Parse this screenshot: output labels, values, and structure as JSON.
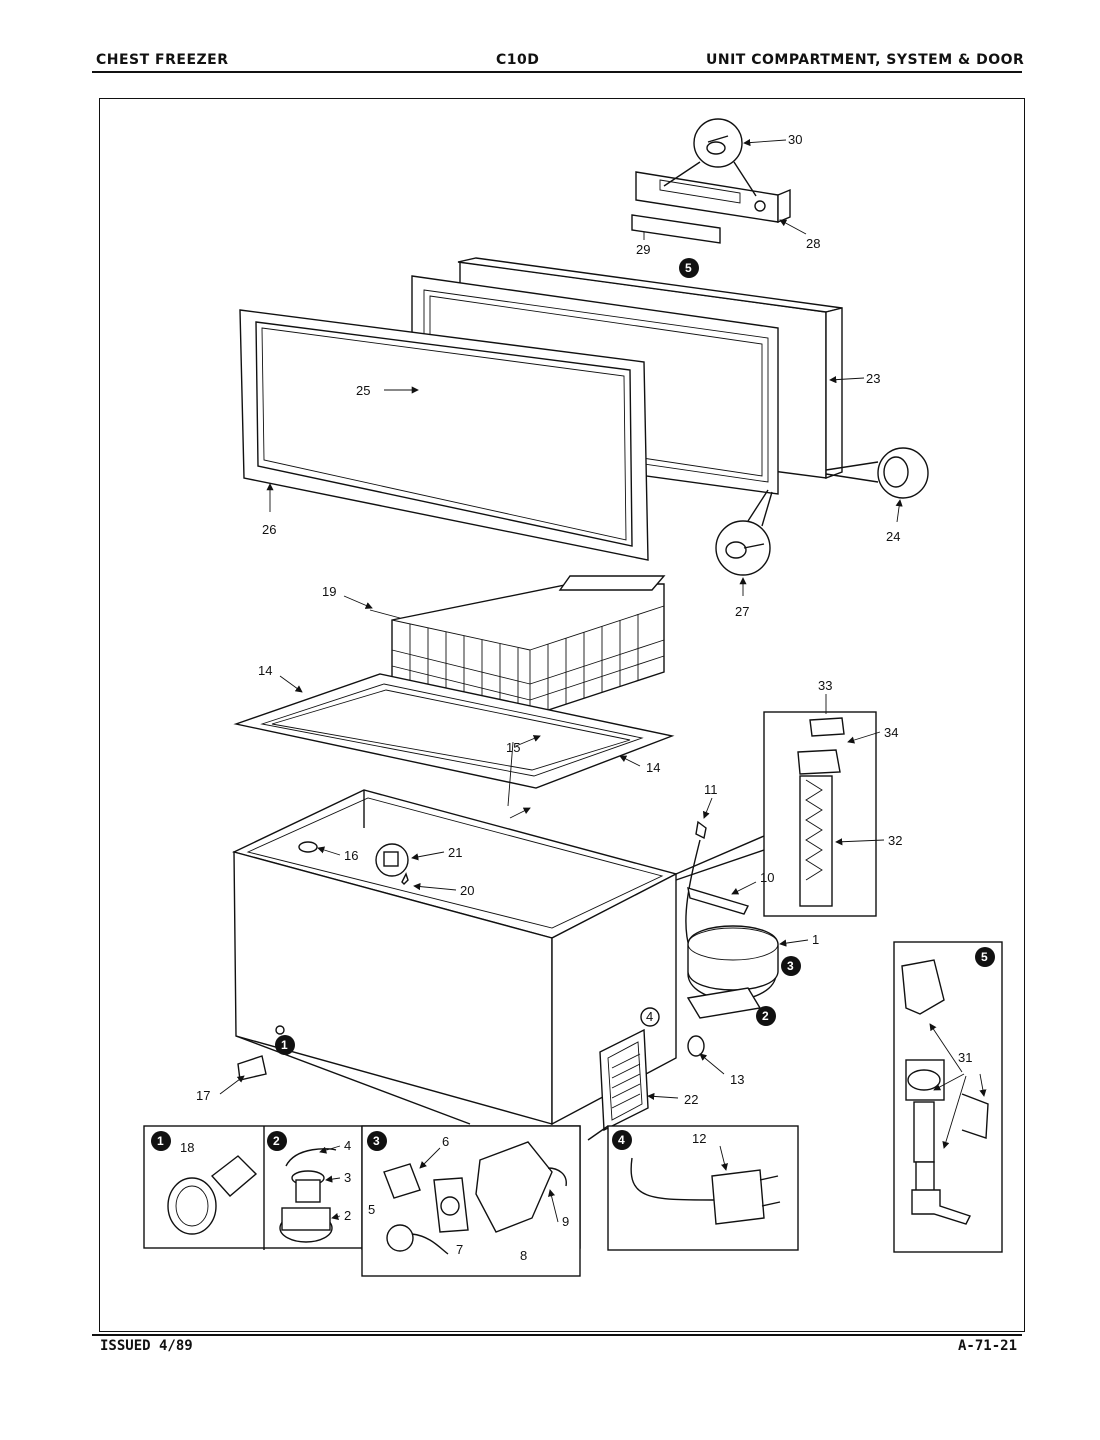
{
  "header": {
    "left": "CHEST FREEZER",
    "center": "C10D",
    "right": "UNIT COMPARTMENT, SYSTEM & DOOR"
  },
  "footer": {
    "issued": "ISSUED 4/89",
    "code": "A-71-21"
  },
  "parts": {
    "p30": "30",
    "p29": "29",
    "p28": "28",
    "p23": "23",
    "p25": "25",
    "p26": "26",
    "p24": "24",
    "p27": "27",
    "p19": "19",
    "p14a": "14",
    "p14b": "14",
    "p15": "15",
    "p33": "33",
    "p34": "34",
    "p32": "32",
    "p11": "11",
    "p16": "16",
    "p21": "21",
    "p20": "20",
    "p10": "10",
    "p1": "1",
    "p13": "13",
    "p22": "22",
    "p17": "17",
    "p18": "18",
    "p4": "4",
    "p3": "3",
    "p2": "2",
    "p6": "6",
    "p5": "5",
    "p7": "7",
    "p8": "8",
    "p9": "9",
    "p12": "12",
    "p31": "31"
  },
  "callouts": {
    "c1": "1",
    "c2": "2",
    "c3": "3",
    "c4": "4",
    "c5": "5"
  },
  "insets": {
    "i1": "1",
    "i2": "2",
    "i3": "3",
    "i4": "4",
    "i5": "5"
  }
}
